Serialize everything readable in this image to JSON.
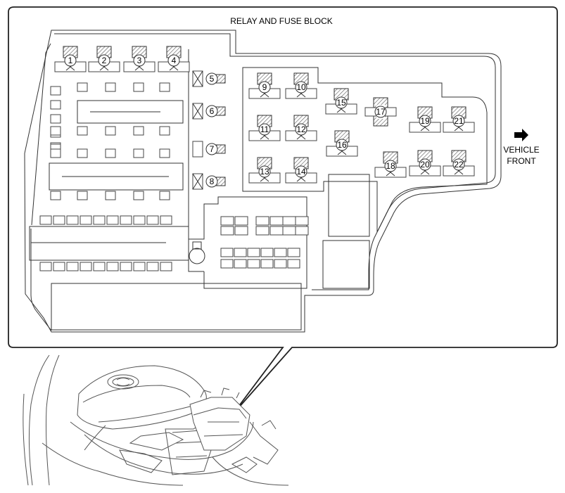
{
  "title": "RELAY AND FUSE BLOCK",
  "direction": {
    "arrow_icon": "right-arrow-icon",
    "line1": "VEHICLE",
    "line2": "FRONT"
  },
  "items": [
    "1",
    "2",
    "3",
    "4",
    "5",
    "6",
    "7",
    "8",
    "9",
    "10",
    "11",
    "12",
    "13",
    "14",
    "15",
    "16",
    "17",
    "18",
    "19",
    "20",
    "21",
    "22"
  ]
}
